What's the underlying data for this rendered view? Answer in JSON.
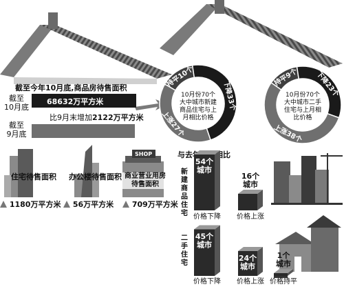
{
  "inventory": {
    "headline": "截至今年10月底,商品房待售面积",
    "oct_label": "截至\n10月底",
    "sep_label": "截至\n9月底",
    "oct_value": "68632万平方米",
    "increase_text": "比9月末增加",
    "increase_value": "2122万平方米"
  },
  "categories": [
    {
      "label": "住宅待售面积",
      "value": "1180万平方米"
    },
    {
      "label": "办公楼待售面积",
      "value": "56万平方米"
    },
    {
      "label": "商业营业用房\n待售面积",
      "value": "709万平方米",
      "sign": "SHOP"
    }
  ],
  "pies": [
    {
      "center": "10月份70个\n大中城市新建\n商品住宅与上\n月相比价格",
      "slices": [
        {
          "label": "持平10个",
          "count": 10,
          "color": "#3f3f3f"
        },
        {
          "label": "下降33个",
          "count": 33,
          "color": "#1a1a1a"
        },
        {
          "label": "上涨27个",
          "count": 27,
          "color": "#6f6f6f"
        }
      ]
    },
    {
      "center": "10月份70个\n大中城市二手\n住宅与上月相\n比价格",
      "slices": [
        {
          "label": "持平9个",
          "count": 9,
          "color": "#3f3f3f"
        },
        {
          "label": "下降23个",
          "count": 23,
          "color": "#1a1a1a"
        },
        {
          "label": "上涨38个",
          "count": 38,
          "color": "#6f6f6f"
        }
      ]
    }
  ],
  "yoy": {
    "title": "与去年同月相比",
    "new_label": "新建商品住宅",
    "used_label": "二手住宅"
  },
  "chart_data": {
    "type": "bar",
    "title": "与去年同月相比",
    "categories": [
      "价格下降",
      "价格上涨",
      "价格持平"
    ],
    "series": [
      {
        "name": "新建商品住宅",
        "values": [
          54,
          16,
          null
        ],
        "labels": [
          "54个\n城市",
          "16个\n城市",
          ""
        ]
      },
      {
        "name": "二手住宅",
        "values": [
          45,
          24,
          1
        ],
        "labels": [
          "45个\n城市",
          "24个\n城市",
          "1个\n城市"
        ]
      }
    ]
  }
}
